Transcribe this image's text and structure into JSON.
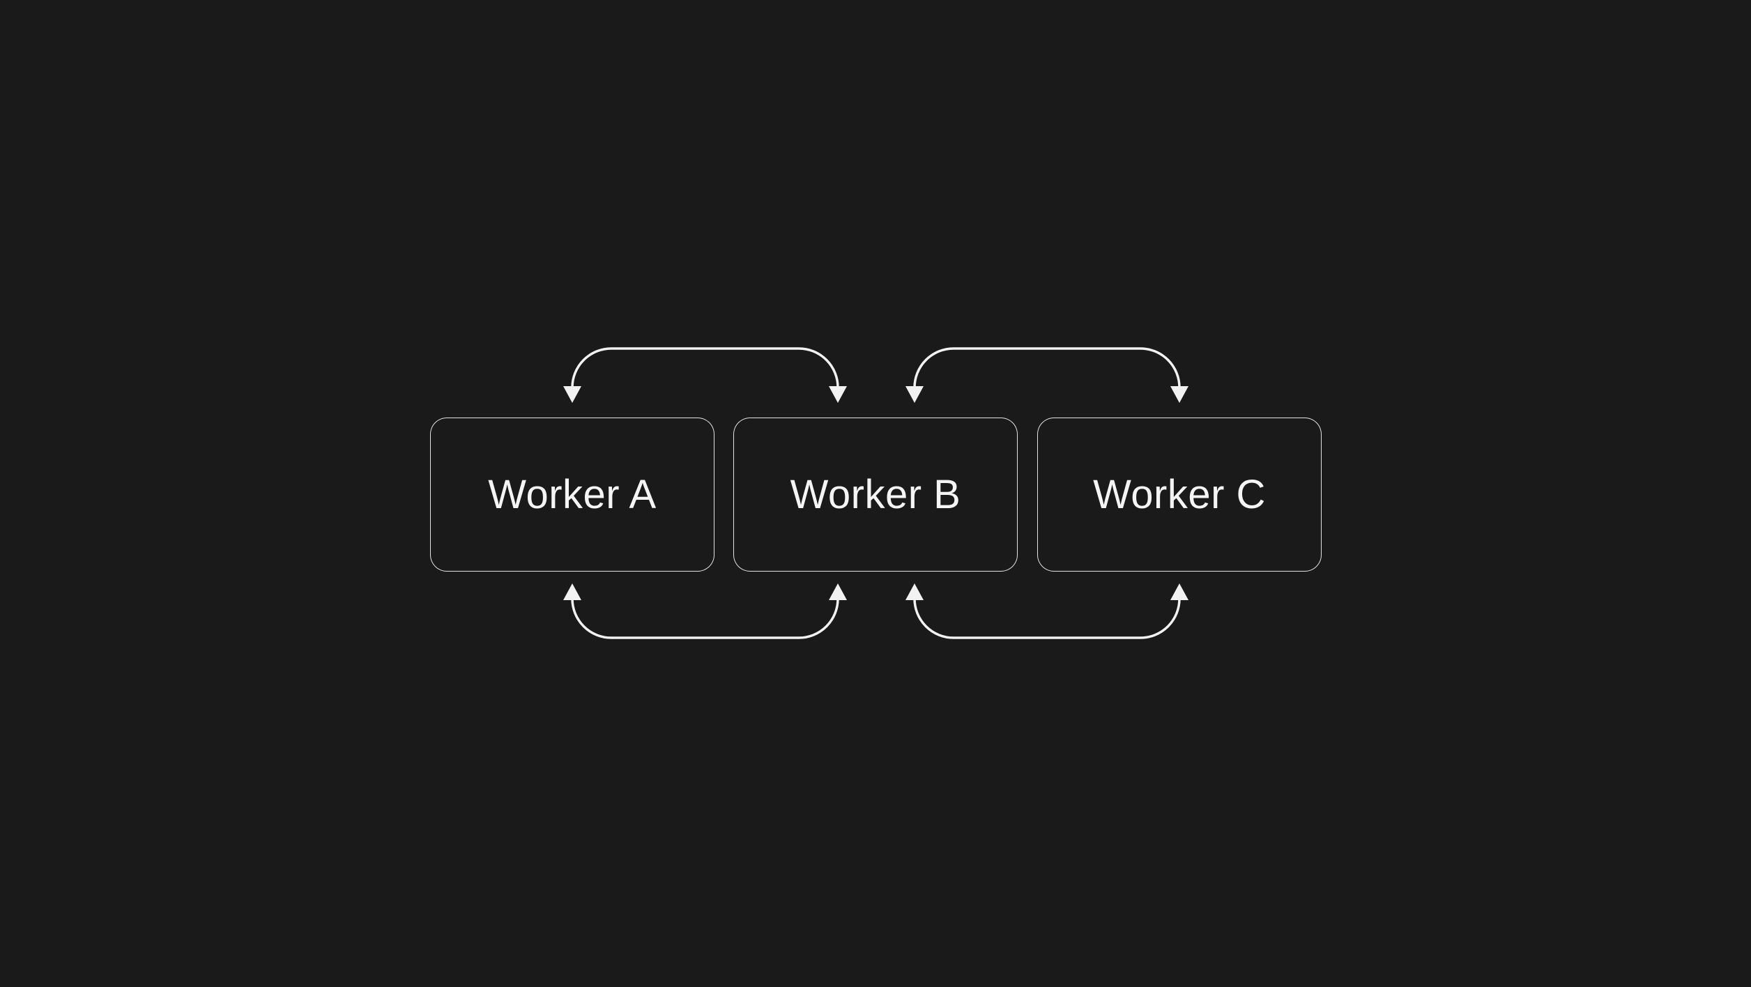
{
  "canvas": {
    "background_color": "#1a1a1a",
    "line_color": "#f2f2f2",
    "text_color": "#f5f5f5"
  },
  "diagram": {
    "nodes": [
      {
        "id": "worker-a",
        "label": "Worker A"
      },
      {
        "id": "worker-b",
        "label": "Worker B"
      },
      {
        "id": "worker-c",
        "label": "Worker C"
      }
    ],
    "edges": [
      {
        "from": "Worker A",
        "to": "Worker B",
        "position": "top",
        "arrowheads": "both-ends-pointing-down"
      },
      {
        "from": "Worker B",
        "to": "Worker C",
        "position": "top",
        "arrowheads": "both-ends-pointing-down"
      },
      {
        "from": "Worker A",
        "to": "Worker B",
        "position": "bottom",
        "arrowheads": "both-ends-pointing-up"
      },
      {
        "from": "Worker B",
        "to": "Worker C",
        "position": "bottom",
        "arrowheads": "both-ends-pointing-up"
      }
    ]
  }
}
